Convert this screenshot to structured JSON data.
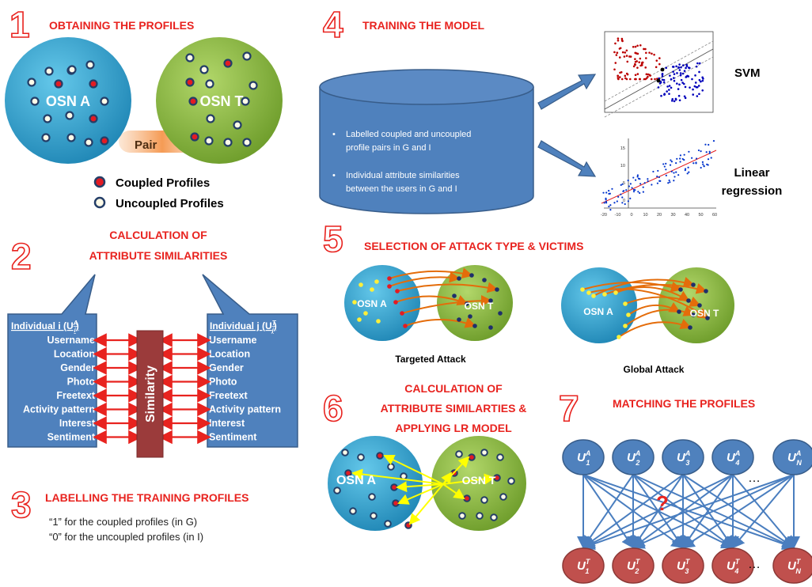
{
  "step1": {
    "number": "1",
    "title": "OBTAINING THE PROFILES",
    "osn_a": "OSN A",
    "osn_t": "OSN T",
    "pair_label": "Pair",
    "legend_coupled": "Coupled Profiles",
    "legend_uncoupled": "Uncoupled Profiles"
  },
  "step2": {
    "number": "2",
    "title_line1": "CALCULATION OF",
    "title_line2": "ATTRIBUTE SIMILARITIES",
    "left_header": "Individual i (U",
    "left_sup": "A",
    "left_sub": "i",
    "right_header": "Individual j (U",
    "right_sup": "T",
    "right_sub": "j",
    "close_paren": ")",
    "attributes": [
      "Username",
      "Location",
      "Gender",
      "Photo",
      "Freetext",
      "Activity pattern",
      "Interest",
      "Sentiment"
    ],
    "similarity_label": "Similarity"
  },
  "step3": {
    "number": "3",
    "title": "LABELLING THE TRAINING PROFILES",
    "line1": "“1” for the coupled profiles (in G)",
    "line2": "“0” for the uncoupled profiles (in I)"
  },
  "step4": {
    "number": "4",
    "title": "TRAINING THE MODEL",
    "bullet1_line1": "Labelled  coupled  and  uncoupled",
    "bullet1_line2": "profile pairs in G and I",
    "bullet2_line1": "Individual     attribute     similarities",
    "bullet2_line2": "between the users in G and I",
    "svm_label": "SVM",
    "lr_label_line1": "Linear",
    "lr_label_line2": "regression",
    "lr_x_ticks": [
      "-20",
      "-10",
      "0",
      "10",
      "20",
      "30",
      "40",
      "50",
      "60"
    ],
    "lr_y_ticks": [
      "15",
      "10",
      "5",
      "0"
    ]
  },
  "step5": {
    "number": "5",
    "title": "SELECTION OF ATTACK TYPE & VICTIMS",
    "targeted_label": "Targeted Attack",
    "global_label": "Global Attack",
    "osn_a": "OSN A",
    "osn_t": "OSN T"
  },
  "step6": {
    "number": "6",
    "title_line1": "CALCULATION OF",
    "title_line2": "ATTRIBUTE SIMILARTIES &",
    "title_line3": "APPLYING LR MODEL",
    "osn_a": "OSN A",
    "osn_t": "OSN T"
  },
  "step7": {
    "number": "7",
    "title": "MATCHING THE PROFILES",
    "top_nodes": [
      {
        "base": "U",
        "sup": "A",
        "sub": "1"
      },
      {
        "base": "U",
        "sup": "A",
        "sub": "2"
      },
      {
        "base": "U",
        "sup": "A",
        "sub": "3"
      },
      {
        "base": "U",
        "sup": "A",
        "sub": "4"
      },
      {
        "base": "U",
        "sup": "A",
        "sub": "N"
      }
    ],
    "bottom_nodes": [
      {
        "base": "U",
        "sup": "T",
        "sub": "1"
      },
      {
        "base": "U",
        "sup": "T",
        "sub": "2"
      },
      {
        "base": "U",
        "sup": "T",
        "sub": "3"
      },
      {
        "base": "U",
        "sup": "T",
        "sub": "4"
      },
      {
        "base": "U",
        "sup": "T",
        "sub": "N"
      }
    ],
    "ellipsis": "…",
    "question": "?"
  },
  "colors": {
    "title_red": "#e8231f",
    "osn_a_blue": "#2aa7cf",
    "osn_t_green": "#8cbf3f",
    "box_blue": "#4f81bd",
    "node_red": "#c0504d",
    "similarity_bar": "#9b3b3b",
    "arrow_orange": "#e46c0a"
  }
}
